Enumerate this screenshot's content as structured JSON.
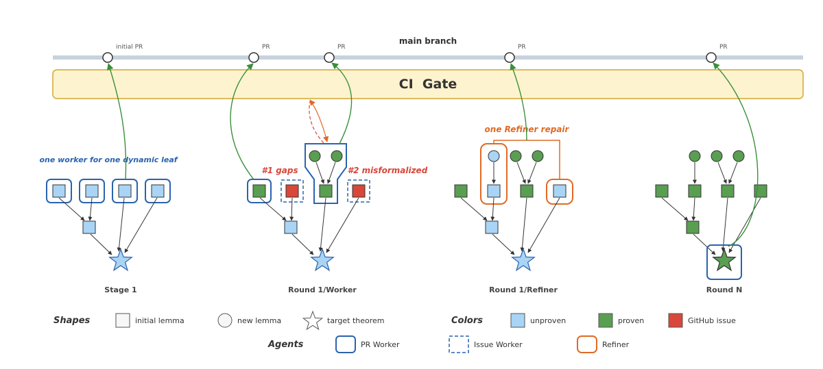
{
  "title": "main branch",
  "gate_label": "CI  Gate",
  "pr_labels": [
    "initial PR",
    "PR",
    "PR",
    "PR",
    "PR"
  ],
  "notes": {
    "worker_leaf": "one worker for one dynamic leaf",
    "gaps": "#1 gaps",
    "misformalized": "#2 misformalized",
    "refiner_repair": "one Refiner repair"
  },
  "stages": [
    "Stage 1",
    "Round 1/Worker",
    "Round 1/Refiner",
    "Round N"
  ],
  "legend": {
    "shapes_title": "Shapes",
    "initial_lemma": "initial lemma",
    "new_lemma": "new lemma",
    "target_theorem": "target theorem",
    "colors_title": "Colors",
    "unproven": "unproven",
    "proven": "proven",
    "github_issue": "GitHub issue",
    "agents_title": "Agents",
    "pr_worker": "PR Worker",
    "issue_worker": "Issue Worker",
    "refiner": "Refiner"
  },
  "colors": {
    "unproven": "#a9d4f5",
    "proven": "#5a9e52",
    "issue": "#d8473a",
    "pr_worker": "#2a63ad",
    "refiner": "#e06a25",
    "gate_fill": "#fdf3cf",
    "gate_border": "#d2a730",
    "branch": "#c8d2df",
    "green_arrow": "#3a8f3a"
  }
}
